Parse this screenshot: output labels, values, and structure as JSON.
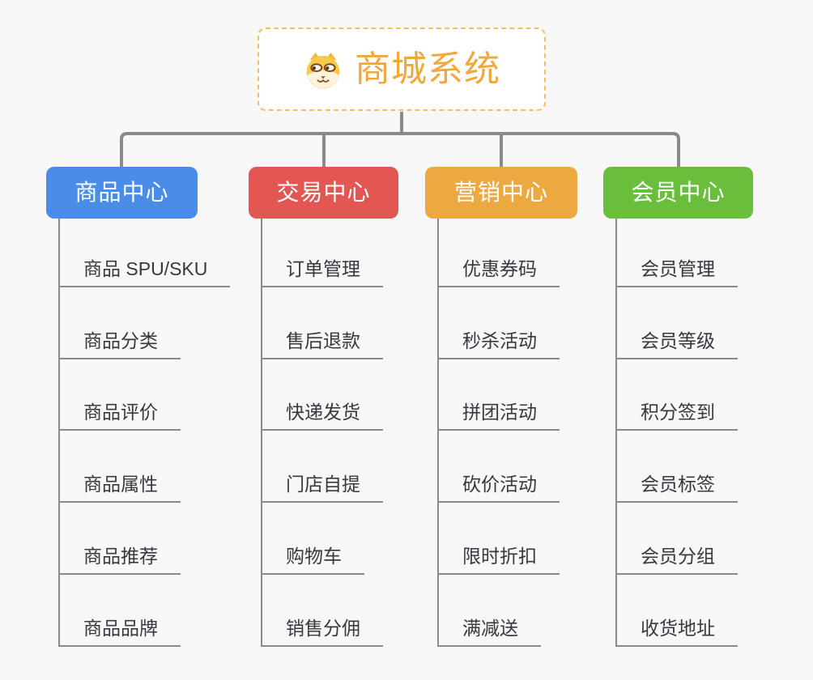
{
  "page": {
    "background": "#f7f7f7",
    "connector_color": "#8a8a8a"
  },
  "root": {
    "title": "商城系统",
    "icon": "shiba-dog-icon",
    "text_color": "#f0a83c",
    "border_color": "#f6bd66"
  },
  "branches": [
    {
      "label": "商品中心",
      "color": "#4a8de8",
      "children": [
        "商品 SPU/SKU",
        "商品分类",
        "商品评价",
        "商品属性",
        "商品推荐",
        "商品品牌"
      ]
    },
    {
      "label": "交易中心",
      "color": "#e25752",
      "children": [
        "订单管理",
        "售后退款",
        "快递发货",
        "门店自提",
        "购物车",
        "销售分佣"
      ]
    },
    {
      "label": "营销中心",
      "color": "#eca942",
      "children": [
        "优惠券码",
        "秒杀活动",
        "拼团活动",
        "砍价活动",
        "限时折扣",
        "满减送"
      ]
    },
    {
      "label": "会员中心",
      "color": "#69bf3c",
      "children": [
        "会员管理",
        "会员等级",
        "积分签到",
        "会员标签",
        "会员分组",
        "收货地址"
      ]
    }
  ]
}
